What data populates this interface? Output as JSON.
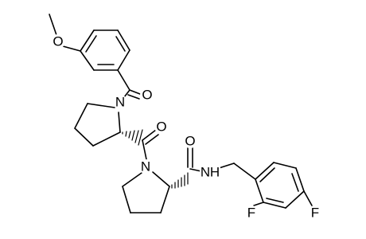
{
  "structure": {
    "atoms": [
      {
        "id": "o_methoxy",
        "symbol": "O"
      },
      {
        "id": "o_benzoyl",
        "symbol": "O"
      },
      {
        "id": "n1",
        "symbol": "N"
      },
      {
        "id": "o_amide1",
        "symbol": "O"
      },
      {
        "id": "n2",
        "symbol": "N"
      },
      {
        "id": "o_amide2",
        "symbol": "O"
      },
      {
        "id": "n_amide",
        "symbol": "N"
      },
      {
        "id": "h_amide",
        "symbol": "H"
      },
      {
        "id": "f_ortho",
        "symbol": "F"
      },
      {
        "id": "f_para",
        "symbol": "F"
      }
    ]
  }
}
